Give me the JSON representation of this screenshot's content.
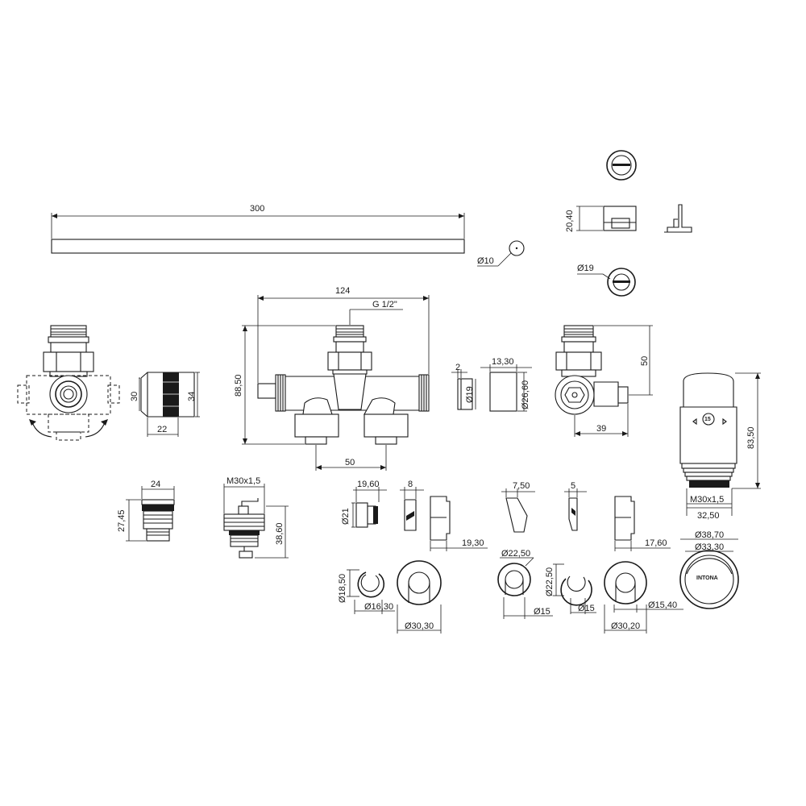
{
  "dimensions": {
    "bar_length": "300",
    "bar_diameter": "Ø10",
    "clip_height": "20,40",
    "clip_diameter": "Ø19",
    "valve_width": "124",
    "thread": "G 1/2\"",
    "valve_height": "88,50",
    "valve_spacing": "50",
    "nut_width": "2",
    "nut_diameter": "Ø19",
    "collar_width": "13,30",
    "collar_diameter": "Ø26,60",
    "angle_valve_height": "50",
    "angle_valve_offset": "39",
    "sleeve_height_inner": "30",
    "sleeve_height_outer": "34",
    "sleeve_width": "22",
    "insert_width": "24",
    "insert_height": "27,45",
    "head_thread": "M30x1,5",
    "head_height": "38,60",
    "ring_width": "19,60",
    "ring_diameter": "Ø21",
    "ring_thickness": "8",
    "rosette_depth_a": "19,30",
    "wedge_a": "7,50",
    "wedge_b": "5",
    "rosette_depth_b": "17,60",
    "thermo_height": "83,50",
    "thermo_thread": "M30x1,5",
    "thermo_width": "32,50",
    "cap_outer": "Ø38,70",
    "cap_inner": "Ø33,30",
    "split_ring_height": "Ø18,50",
    "split_ring_diameter": "Ø16,30",
    "rosette_diameter_a": "Ø30,30",
    "cover_diameter": "Ø22,50",
    "cover_inner": "Ø15",
    "open_ring_diameter": "Ø22,50",
    "open_ring_inner": "Ø15",
    "rosette_diameter_b": "Ø30,20",
    "rosette_inner_b": "Ø15,40"
  },
  "thermostat": {
    "dial_number": "15",
    "brand": "INTONA"
  },
  "colors": {
    "line": "#1a1a1a",
    "background": "#ffffff"
  }
}
